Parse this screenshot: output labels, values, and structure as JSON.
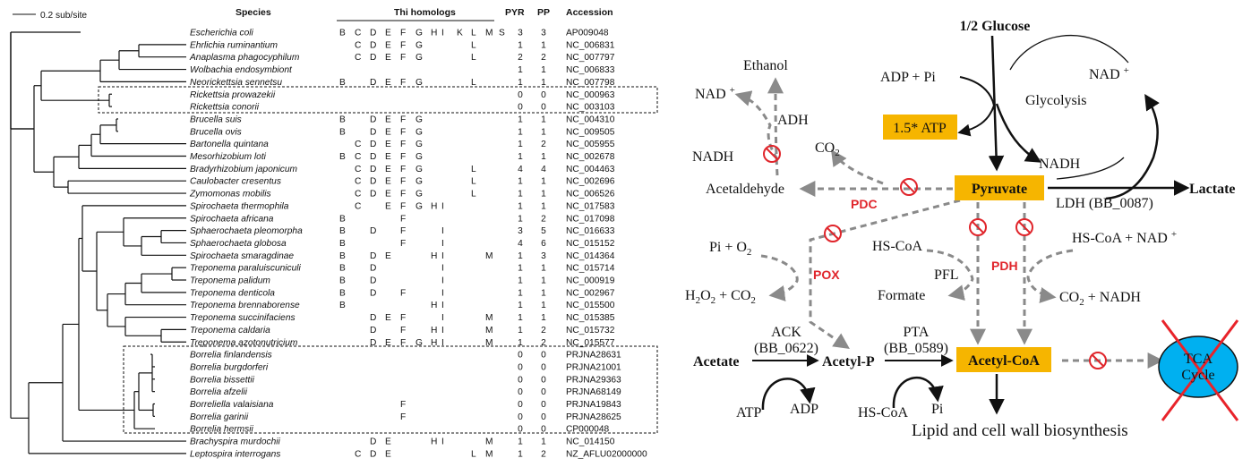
{
  "table": {
    "scale_label": "0.2 sub/site",
    "headers": {
      "species": "Species",
      "thi": "Thi homologs",
      "pyr": "PYR",
      "pp": "PP",
      "accession": "Accession"
    },
    "thi_columns": [
      "B",
      "C",
      "D",
      "E",
      "F",
      "G",
      "H",
      "I",
      "K",
      "L",
      "M",
      "S"
    ],
    "rows": [
      {
        "species": "Escherichia coli",
        "thi": "BCDEFGHIKLMS",
        "pyr": "3",
        "pp": "3",
        "acc": "AP009048"
      },
      {
        "species": "Ehrlichia ruminantium",
        "thi": "CDEFGL",
        "pyr": "1",
        "pp": "1",
        "acc": "NC_006831"
      },
      {
        "species": "Anaplasma phagocyphilum",
        "thi": "CDEFGL",
        "pyr": "2",
        "pp": "2",
        "acc": "NC_007797"
      },
      {
        "species": "Wolbachia endosymbiont",
        "thi": "",
        "pyr": "1",
        "pp": "1",
        "acc": "NC_006833"
      },
      {
        "species": "Neorickettsia sennetsu",
        "thi": "BDEFGL",
        "pyr": "1",
        "pp": "1",
        "acc": "NC_007798"
      },
      {
        "species": "Rickettsia prowazekii",
        "thi": "",
        "pyr": "0",
        "pp": "0",
        "acc": "NC_000963"
      },
      {
        "species": "Rickettsia conorii",
        "thi": "",
        "pyr": "0",
        "pp": "0",
        "acc": "NC_003103"
      },
      {
        "species": "Brucella suis",
        "thi": "BDEFG",
        "pyr": "1",
        "pp": "1",
        "acc": "NC_004310"
      },
      {
        "species": "Brucella ovis",
        "thi": "BDEFG",
        "pyr": "1",
        "pp": "1",
        "acc": "NC_009505"
      },
      {
        "species": "Bartonella quintana",
        "thi": "CDEFG",
        "pyr": "1",
        "pp": "2",
        "acc": "NC_005955"
      },
      {
        "species": "Mesorhizobium loti",
        "thi": "BCDEFG",
        "pyr": "1",
        "pp": "1",
        "acc": "NC_002678"
      },
      {
        "species": "Bradyrhizobium japonicum",
        "thi": "CDEFGL",
        "pyr": "4",
        "pp": "4",
        "acc": "NC_004463"
      },
      {
        "species": "Caulobacter cresentus",
        "thi": "CDEFGL",
        "pyr": "1",
        "pp": "1",
        "acc": "NC_002696"
      },
      {
        "species": "Zymomonas mobilis",
        "thi": "CDEFGL",
        "pyr": "1",
        "pp": "1",
        "acc": "NC_006526"
      },
      {
        "species": "Spirochaeta thermophila",
        "thi": "CEFGHI",
        "pyr": "1",
        "pp": "1",
        "acc": "NC_017583"
      },
      {
        "species": "Spirochaeta africana",
        "thi": "BF",
        "pyr": "1",
        "pp": "2",
        "acc": "NC_017098"
      },
      {
        "species": "Sphaerochaeta pleomorpha",
        "thi": "BDFI",
        "pyr": "3",
        "pp": "5",
        "acc": "NC_016633"
      },
      {
        "species": "Sphaerochaeta globosa",
        "thi": "BFI",
        "pyr": "4",
        "pp": "6",
        "acc": "NC_015152"
      },
      {
        "species": "Spirochaeta smaragdinae",
        "thi": "BDEHIM",
        "pyr": "1",
        "pp": "3",
        "acc": "NC_014364"
      },
      {
        "species": "Treponema paraluiscuniculi",
        "thi": "BDI",
        "pyr": "1",
        "pp": "1",
        "acc": "NC_015714"
      },
      {
        "species": "Treponema palidum",
        "thi": "BDI",
        "pyr": "1",
        "pp": "1",
        "acc": "NC_000919"
      },
      {
        "species": "Treponema denticola",
        "thi": "BDFI",
        "pyr": "1",
        "pp": "1",
        "acc": "NC_002967"
      },
      {
        "species": "Treponema brennaborense",
        "thi": "BHI",
        "pyr": "1",
        "pp": "1",
        "acc": "NC_015500"
      },
      {
        "species": "Treponema succinifaciens",
        "thi": "DEFIM",
        "pyr": "1",
        "pp": "1",
        "acc": "NC_015385"
      },
      {
        "species": "Treponema caldaria",
        "thi": "DFHIM",
        "pyr": "1",
        "pp": "2",
        "acc": "NC_015732"
      },
      {
        "species": "Treponema azotonutricium",
        "thi": "DEFGHIM",
        "pyr": "1",
        "pp": "2",
        "acc": "NC_015577"
      },
      {
        "species": "Borrelia finlandensis",
        "thi": "",
        "pyr": "0",
        "pp": "0",
        "acc": "PRJNA28631"
      },
      {
        "species": "Borrelia burgdorferi",
        "thi": "",
        "pyr": "0",
        "pp": "0",
        "acc": "PRJNA21001"
      },
      {
        "species": "Borrelia bissettii",
        "thi": "",
        "pyr": "0",
        "pp": "0",
        "acc": "PRJNA29363"
      },
      {
        "species": "Borrelia afzelii",
        "thi": "",
        "pyr": "0",
        "pp": "0",
        "acc": "PRJNA68149"
      },
      {
        "species": "Borreliella valaisiana",
        "thi": "F",
        "pyr": "0",
        "pp": "0",
        "acc": "PRJNA19843"
      },
      {
        "species": "Borrelia garinii",
        "thi": "F",
        "pyr": "0",
        "pp": "0",
        "acc": "PRJNA28625"
      },
      {
        "species": "Borrelia hermsii",
        "thi": "",
        "pyr": "0",
        "pp": "0",
        "acc": "CP000048"
      },
      {
        "species": "Brachyspira murdochii",
        "thi": "DEHIM",
        "pyr": "1",
        "pp": "1",
        "acc": "NC_014150"
      },
      {
        "species": "Leptospira interrogans",
        "thi": "CDELM",
        "pyr": "1",
        "pp": "2",
        "acc": "NZ_AFLU02000000"
      }
    ]
  },
  "pathway": {
    "glucose": "1/2 Glucose",
    "adp_pi": "ADP + Pi",
    "glycolysis": "Glycolysis",
    "nad_top": "NAD ",
    "nad_left": "NAD ",
    "plus_sup": "+",
    "atp": "1.5* ATP",
    "nadh_right": "NADH",
    "pyruvate": "Pyruvate",
    "lactate": "Lactate",
    "ldh": "LDH (BB_0087)",
    "ethanol": "Ethanol",
    "adh": "ADH",
    "nadh_left": "NADH",
    "co2_co": "CO",
    "sub_2": "2",
    "acetaldehyde": "Acetaldehyde",
    "pdc": "PDC",
    "pi_o": "Pi + O",
    "pox": "POX",
    "h2o2_h": "H",
    "o_letter": "O",
    "plus_co": " + CO",
    "hscoa_mid": "HS-CoA",
    "pfl": "PFL",
    "formate": "Formate",
    "pdh": "PDH",
    "hscoa_nad": "HS-CoA + NAD ",
    "plus_nadh": "  +  NADH",
    "ack": "ACK",
    "ack_locus": "(BB_0622)",
    "pta": "PTA",
    "pta_locus": "(BB_0589)",
    "acetate": "Acetate",
    "acetyl_p": "Acetyl-P",
    "acetyl_coa": "Acetyl-CoA",
    "tca_line1": "TCA",
    "tca_line2": "Cycle",
    "atp_bottom": "ATP",
    "adp_bottom": "ADP",
    "hscoa_bottom": "HS-CoA",
    "pi_bottom": "Pi",
    "lipid": "Lipid and cell wall biosynthesis"
  },
  "colors": {
    "accent_box": "#f6b500",
    "inhibit_red": "#e0252b",
    "tca_blue": "#00b0f0",
    "dashed_gray": "#8a8a8a"
  }
}
